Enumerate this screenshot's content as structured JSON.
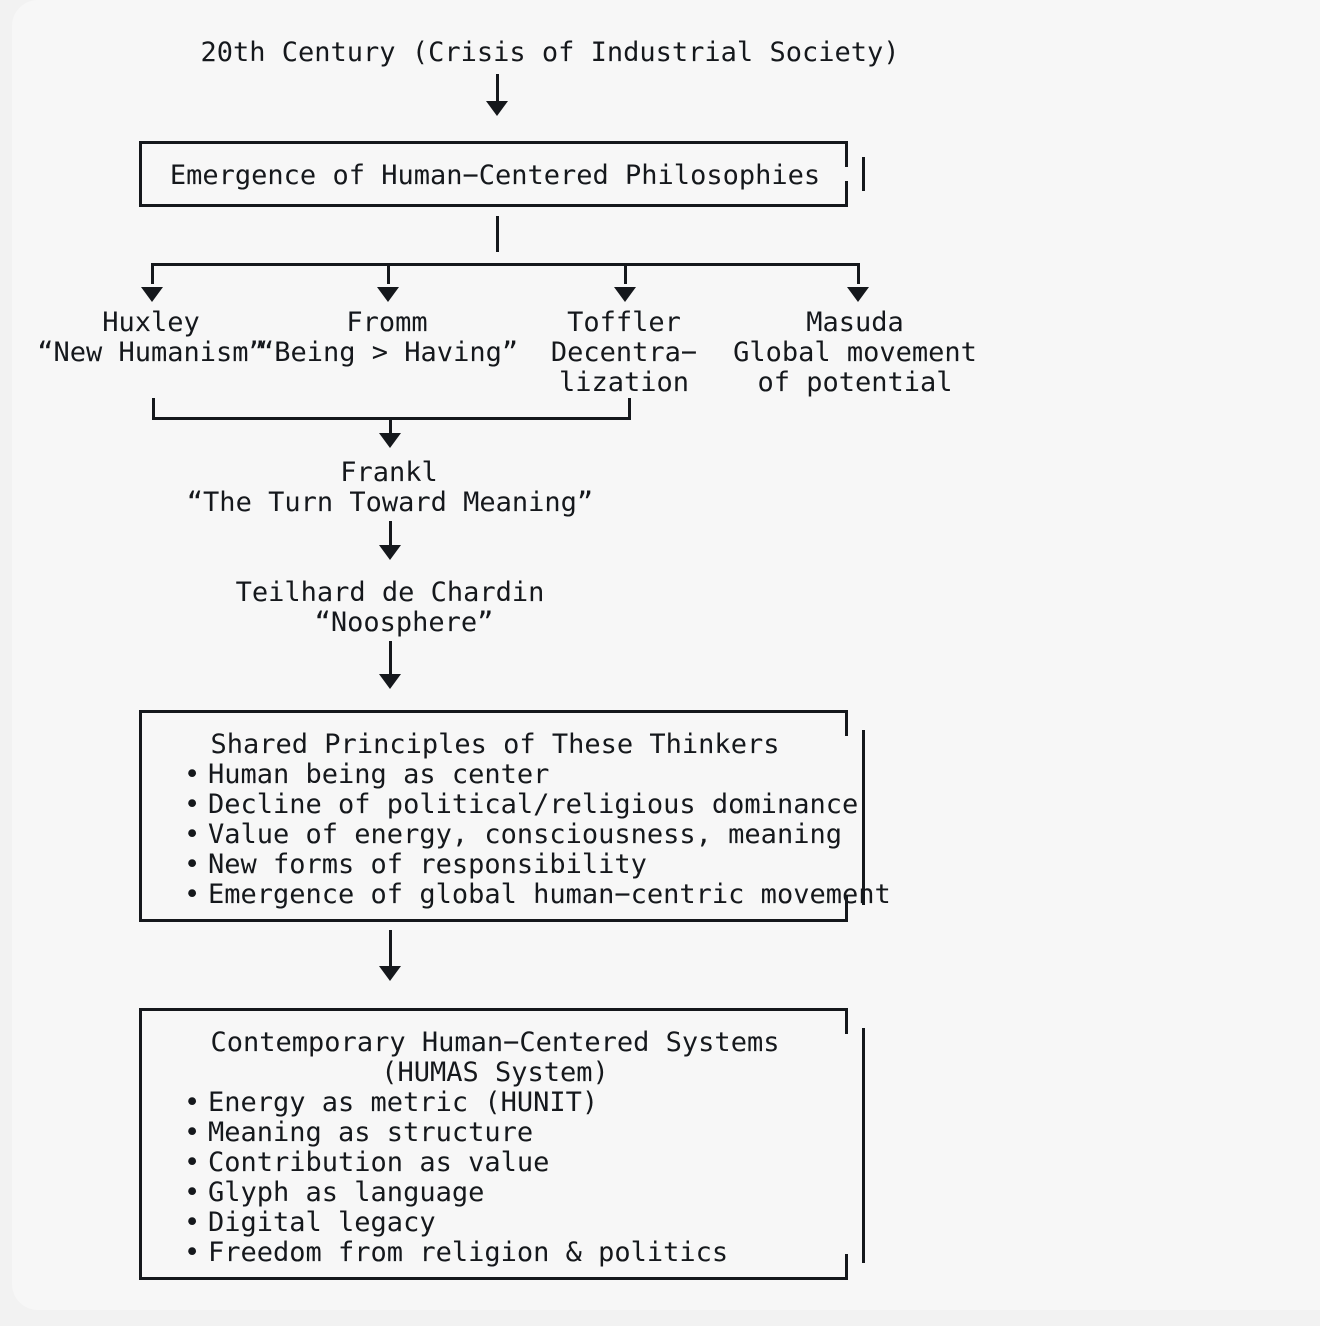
{
  "page": {
    "background_color": "#f2f2f2",
    "card_color": "#f7f7f7",
    "ink_color": "#15181c"
  },
  "root": {
    "label": "20th Century (Crisis of Industrial Society)"
  },
  "emergence_box": {
    "label": "Emergence of Human−Centered Philosophies"
  },
  "thinkers": [
    {
      "name": "Huxley",
      "lines": [
        "“New Humanism”"
      ]
    },
    {
      "name": "Fromm",
      "lines": [
        "“Being > Having”"
      ]
    },
    {
      "name": "Toffler",
      "lines": [
        "Decentra−",
        "lization"
      ]
    },
    {
      "name": "Masuda",
      "lines": [
        "Global movement",
        "of potential"
      ]
    }
  ],
  "frankl": {
    "name": "Frankl",
    "quote": "“The Turn Toward Meaning”"
  },
  "teilhard": {
    "name": "Teilhard de Chardin",
    "quote": "“Noosphere”"
  },
  "shared_principles_box": {
    "title": "Shared Principles of These Thinkers",
    "items": [
      "Human being as center",
      "Decline of political/religious dominance",
      "Value of energy, consciousness, meaning",
      "New forms of responsibility",
      "Emergence of global human−centric movement"
    ]
  },
  "humas_box": {
    "title_line1": "Contemporary Human−Centered Systems",
    "title_line2": "(HUMAS System)",
    "items": [
      "Energy as metric (HUNIT)",
      "Meaning as structure",
      "Contribution as value",
      "Glyph as language",
      "Digital legacy",
      "Freedom from religion & politics"
    ]
  }
}
